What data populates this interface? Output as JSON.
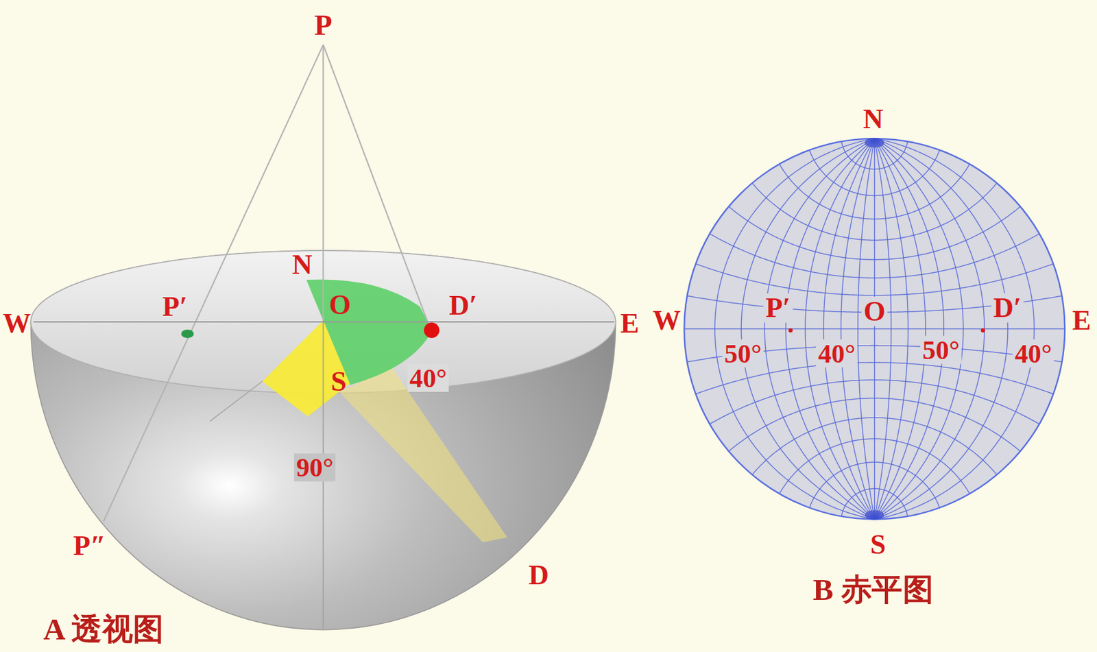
{
  "diagram": {
    "labels": [
      "P",
      "N",
      "N",
      "W",
      "P′",
      "O",
      "D′",
      "E",
      "W",
      "P′",
      "O",
      "D′",
      "E",
      "50°",
      "40°",
      "50°",
      "40°",
      "S",
      "40°",
      "90°",
      "P″",
      "S",
      "D",
      "B 赤平图",
      "A 透视图"
    ]
  }
}
